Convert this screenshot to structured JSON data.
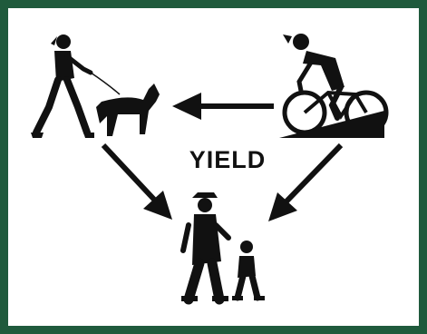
{
  "sign": {
    "label": "YIELD",
    "border_color": "#1f5a3c",
    "ink_color": "#111111",
    "figures": {
      "top_left": "hiker-with-dog",
      "top_right": "cyclist",
      "bottom": "pedestrian-adult-and-child"
    },
    "arrows": [
      "cyclist-to-hiker",
      "hiker-to-pedestrians",
      "cyclist-to-pedestrians"
    ]
  }
}
